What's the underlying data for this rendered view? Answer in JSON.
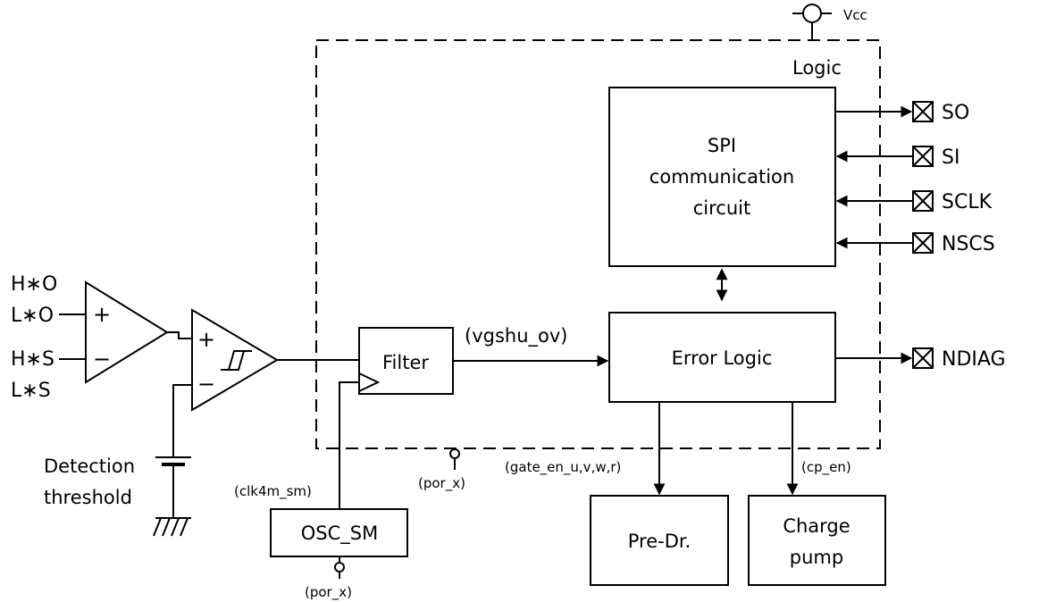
{
  "supply": {
    "vcc": "Vcc",
    "logic": "Logic"
  },
  "blocks": {
    "spi": [
      "SPI",
      "communication",
      "circuit"
    ],
    "error_logic": "Error Logic",
    "filter": "Filter",
    "osc": "OSC_SM",
    "pre_driver": "Pre-Dr.",
    "charge_pump": [
      "Charge",
      "pump"
    ]
  },
  "pins": {
    "so": "SO",
    "si": "SI",
    "sclk": "SCLK",
    "nscs": "NSCS",
    "ndiag": "NDIAG"
  },
  "signals": {
    "vgshu_ov": "(vgshu_ov)",
    "gate_en": "(gate_en_u,v,w,r)",
    "cp_en": "(cp_en)",
    "clk4m_sm": "(clk4m_sm)",
    "por_x": "(por_x)"
  },
  "inputs": {
    "hxo": "H∗O",
    "lxo": "L∗O",
    "hxs": "H∗S",
    "lxs": "L∗S"
  },
  "threshold": [
    "Detection",
    "threshold"
  ],
  "op_symbols": {
    "plus": "+",
    "minus": "−"
  },
  "colors": {
    "line": "#000000",
    "background": "#ffffff"
  }
}
